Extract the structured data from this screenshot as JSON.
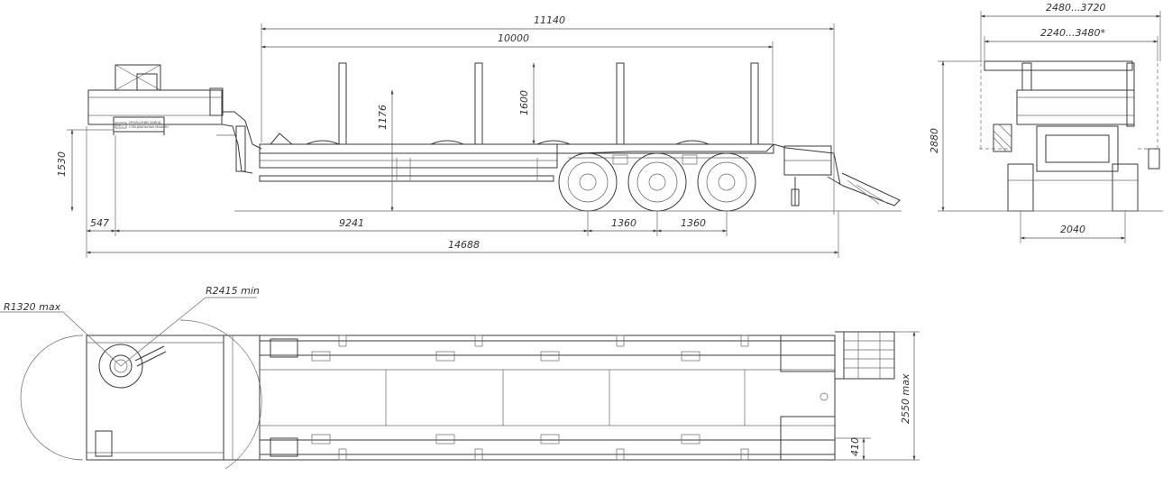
{
  "dimensions": {
    "overall_length": "14688",
    "deck_outer": "11140",
    "deck_inner": "10000",
    "stake_height": "1600",
    "deck_height_mid": "1176",
    "front_height": "1530",
    "front_overhang": "547",
    "kingpin_to_axle": "9241",
    "axle_spacing_1": "1360",
    "axle_spacing_2": "1360",
    "overall_width": "2480...3720",
    "inner_width": "2240...3480*",
    "overall_height": "2880",
    "track_width": "2040",
    "radius_front": "R1320 max",
    "radius_kingpin": "R2415 min",
    "plan_width": "2550 max",
    "ramp_width": "410"
  },
  "nameplate": {
    "line1": "УРАЛЬСКИЙ ЗАВОД",
    "line2": "СПЕЦИАЛЬНЫХ МАШИН",
    "logo": "УЗСТ"
  }
}
